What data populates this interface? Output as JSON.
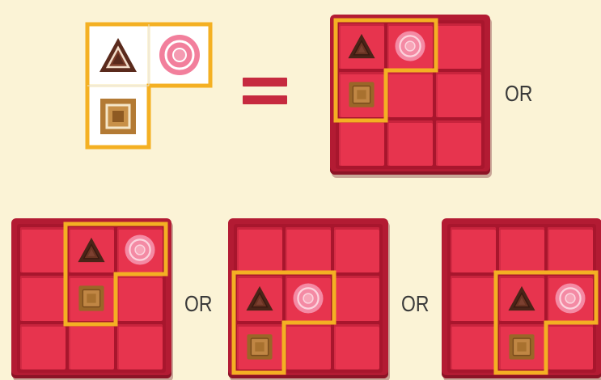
{
  "colors": {
    "background": "#fbf3d6",
    "outline": "#f4b023",
    "board": "#b31b33",
    "cell": "#e7344e",
    "equals": "#c62a3f",
    "or_text": "#3a3a3a"
  },
  "pieces": {
    "triangle": "dark-chocolate-triangle-icon",
    "circle": "pink-candy-circle-icon",
    "square": "caramel-square-icon"
  },
  "pattern": {
    "cells": [
      {
        "piece": "triangle",
        "col": 0,
        "row": 0
      },
      {
        "piece": "circle",
        "col": 1,
        "row": 0
      },
      {
        "piece": "square",
        "col": 0,
        "row": 1
      }
    ]
  },
  "labels": {
    "or_1": "OR",
    "or_2": "OR",
    "or_3": "OR"
  },
  "boards": [
    {
      "name": "top",
      "grid": "3x3",
      "placement": {
        "col": 0,
        "row": 0
      }
    },
    {
      "name": "bottom-left",
      "grid": "3x3",
      "placement": {
        "col": 1,
        "row": 0
      }
    },
    {
      "name": "bottom-middle",
      "grid": "3x3",
      "placement": {
        "col": 0,
        "row": 1
      }
    },
    {
      "name": "bottom-right",
      "grid": "3x3",
      "placement": {
        "col": 1,
        "row": 1
      }
    }
  ]
}
